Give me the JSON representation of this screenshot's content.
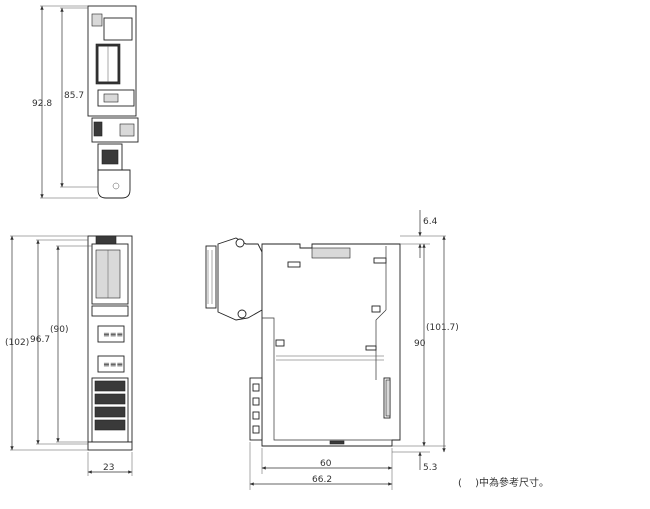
{
  "dimensions": {
    "top_front_total": "92.8",
    "top_front_inner": "85.7",
    "front_overall": "(102)",
    "front_height": "96.7",
    "front_inner": "(90)",
    "front_width": "23",
    "side_top_offset": "6.4",
    "side_ref_height": "(101.7)",
    "side_height": "90",
    "side_bottom_offset": "5.3",
    "side_depth": "60",
    "side_total_depth": "66.2"
  },
  "note": "(　 )中為參考尺寸。",
  "colors": {
    "line": "#333333",
    "fill_grey": "#d9d9d9"
  }
}
